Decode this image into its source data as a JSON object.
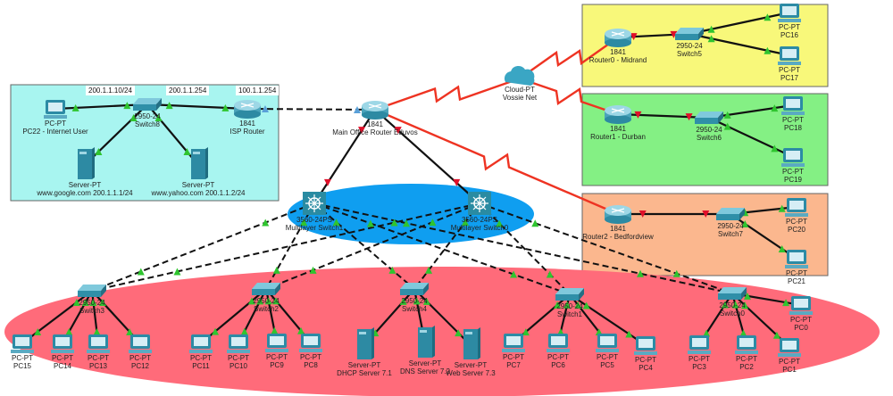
{
  "zones": {
    "internet": {
      "color": "#a8f5f0"
    },
    "midrand": {
      "color": "#f8f87a"
    },
    "durban": {
      "color": "#84f084"
    },
    "bedfordview": {
      "color": "#fbb78e"
    },
    "core": {
      "color": "#0f9ef0"
    },
    "lan": {
      "color": "#ff6b7a"
    }
  },
  "ip_labels": [
    "200.1.1.10/24",
    "200.1.1.254",
    "100.1.1.254"
  ],
  "devices": {
    "pc22": {
      "model": "PC-PT",
      "name": "PC22 - Internet User"
    },
    "switch8": {
      "model": "2950-24",
      "name": "Switch8"
    },
    "isp_router": {
      "model": "1841",
      "name": "ISP Router"
    },
    "google": {
      "model": "Server-PT",
      "name": "www.google.com 200.1.1.1/24"
    },
    "yahoo": {
      "model": "Server-PT",
      "name": "www.yahoo.com 200.1.1.2/24"
    },
    "main_router": {
      "model": "1841",
      "name": "Main Office Router Eduvos"
    },
    "cloud": {
      "model": "Cloud-PT",
      "name": "Vossie Net"
    },
    "router0": {
      "model": "1841",
      "name": "Router0 - Midrand"
    },
    "switch5": {
      "model": "2950-24",
      "name": "Switch5"
    },
    "pc16": {
      "model": "PC-PT",
      "name": "PC16"
    },
    "pc17": {
      "model": "PC-PT",
      "name": "PC17"
    },
    "router1": {
      "model": "1841",
      "name": "Router1 - Durban"
    },
    "switch6": {
      "model": "2950-24",
      "name": "Switch6"
    },
    "pc18": {
      "model": "PC-PT",
      "name": "PC18"
    },
    "pc19": {
      "model": "PC-PT",
      "name": "PC19"
    },
    "router2": {
      "model": "1841",
      "name": "Router2 - Bedfordview"
    },
    "switch7": {
      "model": "2950-24",
      "name": "Switch7"
    },
    "pc20": {
      "model": "PC-PT",
      "name": "PC20"
    },
    "pc21": {
      "model": "PC-PT",
      "name": "PC21"
    },
    "mls1": {
      "model": "3560-24PS",
      "name": "Multilayer Switch1"
    },
    "mls0": {
      "model": "3560-24PS",
      "name": "Multilayer Switch0"
    },
    "switch3": {
      "model": "2950-24",
      "name": "Switch3"
    },
    "switch2": {
      "model": "2950-24",
      "name": "Switch2"
    },
    "switch4": {
      "model": "2950-24",
      "name": "Switch4"
    },
    "switch1": {
      "model": "2950-24",
      "name": "Switch1"
    },
    "switch0": {
      "model": "2950-24",
      "name": "Switch0"
    },
    "pc15": {
      "model": "PC-PT",
      "name": "PC15"
    },
    "pc14": {
      "model": "PC-PT",
      "name": "PC14"
    },
    "pc13": {
      "model": "PC-PT",
      "name": "PC13"
    },
    "pc12": {
      "model": "PC-PT",
      "name": "PC12"
    },
    "pc11": {
      "model": "PC-PT",
      "name": "PC11"
    },
    "pc10": {
      "model": "PC-PT",
      "name": "PC10"
    },
    "pc9": {
      "model": "PC-PT",
      "name": "PC9"
    },
    "pc8": {
      "model": "PC-PT",
      "name": "PC8"
    },
    "dhcp": {
      "model": "Server-PT",
      "name": "DHCP Server 7.1"
    },
    "dns": {
      "model": "Server-PT",
      "name": "DNS Server 7.2"
    },
    "web": {
      "model": "Server-PT",
      "name": "Web Server 7.3"
    },
    "pc7": {
      "model": "PC-PT",
      "name": "PC7"
    },
    "pc6": {
      "model": "PC-PT",
      "name": "PC6"
    },
    "pc5": {
      "model": "PC-PT",
      "name": "PC5"
    },
    "pc4": {
      "model": "PC-PT",
      "name": "PC4"
    },
    "pc3": {
      "model": "PC-PT",
      "name": "PC3"
    },
    "pc2": {
      "model": "PC-PT",
      "name": "PC2"
    },
    "pc1": {
      "model": "PC-PT",
      "name": "PC1"
    },
    "pc0": {
      "model": "PC-PT",
      "name": "PC0"
    }
  },
  "links": {
    "copper": [
      [
        "pc22",
        "switch8"
      ],
      [
        "switch8",
        "isp_router"
      ],
      [
        "switch8",
        "google"
      ],
      [
        "switch8",
        "yahoo"
      ],
      [
        "main_router",
        "mls1"
      ],
      [
        "main_router",
        "mls0"
      ],
      [
        "router0",
        "switch5"
      ],
      [
        "switch5",
        "pc16"
      ],
      [
        "switch5",
        "pc17"
      ],
      [
        "router1",
        "switch6"
      ],
      [
        "switch6",
        "pc18"
      ],
      [
        "switch6",
        "pc19"
      ],
      [
        "router2",
        "switch7"
      ],
      [
        "switch7",
        "pc20"
      ],
      [
        "switch7",
        "pc21"
      ],
      [
        "switch3",
        "pc15"
      ],
      [
        "switch3",
        "pc14"
      ],
      [
        "switch3",
        "pc13"
      ],
      [
        "switch3",
        "pc12"
      ],
      [
        "switch2",
        "pc11"
      ],
      [
        "switch2",
        "pc10"
      ],
      [
        "switch2",
        "pc9"
      ],
      [
        "switch2",
        "pc8"
      ],
      [
        "switch4",
        "dhcp"
      ],
      [
        "switch4",
        "dns"
      ],
      [
        "switch4",
        "web"
      ],
      [
        "switch1",
        "pc7"
      ],
      [
        "switch1",
        "pc6"
      ],
      [
        "switch1",
        "pc5"
      ],
      [
        "switch1",
        "pc4"
      ],
      [
        "switch0",
        "pc3"
      ],
      [
        "switch0",
        "pc2"
      ],
      [
        "switch0",
        "pc1"
      ],
      [
        "switch0",
        "pc0"
      ]
    ],
    "crossover": [
      [
        "isp_router",
        "main_router"
      ],
      [
        "mls1",
        "switch3"
      ],
      [
        "mls1",
        "switch2"
      ],
      [
        "mls1",
        "switch4"
      ],
      [
        "mls1",
        "switch1"
      ],
      [
        "mls1",
        "switch0"
      ],
      [
        "mls0",
        "switch3"
      ],
      [
        "mls0",
        "switch2"
      ],
      [
        "mls0",
        "switch4"
      ],
      [
        "mls0",
        "switch1"
      ],
      [
        "mls0",
        "switch0"
      ]
    ],
    "serial": [
      [
        "main_router",
        "cloud"
      ],
      [
        "cloud",
        "router0"
      ],
      [
        "cloud",
        "router1"
      ],
      [
        "main_router",
        "router2"
      ]
    ]
  }
}
